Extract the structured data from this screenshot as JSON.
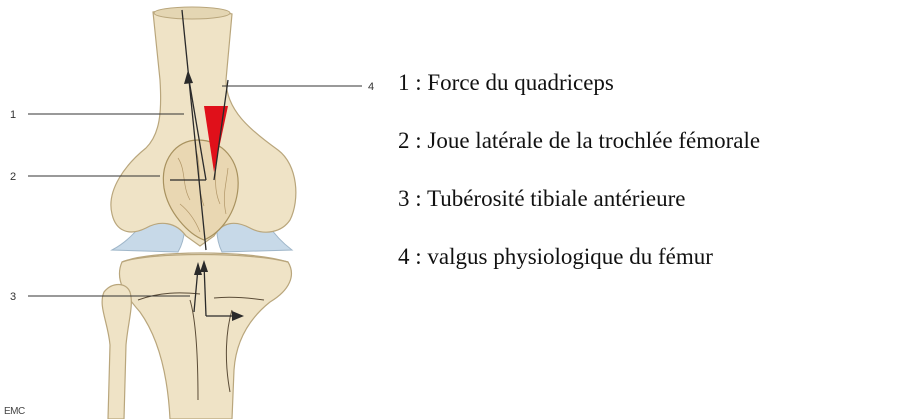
{
  "figure": {
    "callouts": [
      "1",
      "2",
      "3",
      "4"
    ],
    "credit": "EMC",
    "colors": {
      "bone": "#efe3c6",
      "bone_outline": "#b9a67c",
      "cartilage": "#c7d9e8",
      "highlight_red": "#e0101a",
      "line": "#2a2a2a"
    }
  },
  "legend": {
    "items": [
      "1 : Force du quadriceps",
      "2 : Joue latérale de la trochlée fémorale",
      "3 : Tubérosité tibiale antérieure",
      "4 : valgus physiologique du fémur"
    ]
  }
}
